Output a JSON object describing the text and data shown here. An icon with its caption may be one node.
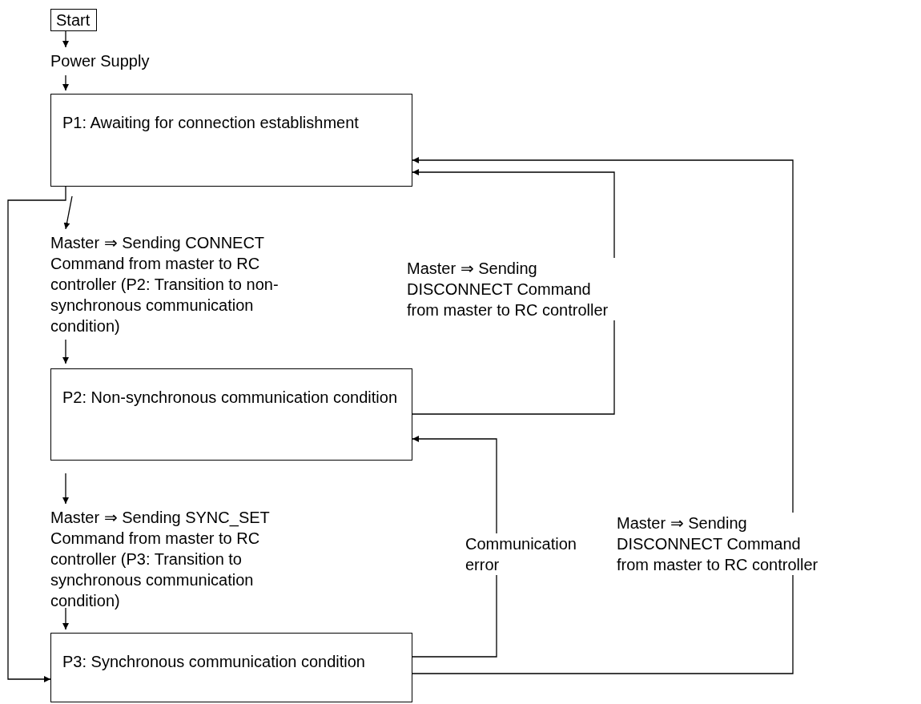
{
  "diagram": {
    "nodes": [
      {
        "text": [
          "Start"
        ]
      },
      {
        "text": [
          "Power Supply"
        ]
      },
      {
        "text": [
          "P1: Awaiting for connection establishment"
        ]
      },
      {
        "text": [
          "Master ⇒ Sending CONNECT Command from master to RC controller (P2: Transition to non-synchronous communication condition)"
        ]
      },
      {
        "text": [
          "P2: Non-synchronous communication condition"
        ]
      },
      {
        "text": [
          "Master ⇒ Sending SYNC_SET Command from master to RC controller (P3: Transition to synchronous communication condition)"
        ]
      },
      {
        "text": [
          "P3: Synchronous communication condition"
        ]
      }
    ],
    "edges": [
      {
        "from": 0,
        "to": 1,
        "arrow": "to"
      },
      {
        "from": 1,
        "to": 2,
        "arrow": "to"
      },
      {
        "from": 2,
        "to": 3,
        "arrow": "to"
      },
      {
        "from": 3,
        "to": 4,
        "arrow": "to"
      },
      {
        "from": 4,
        "to": 5,
        "arrow": "to"
      },
      {
        "from": 5,
        "to": 6,
        "arrow": "to"
      },
      {
        "from": 2,
        "to": 6,
        "arrow": "to"
      },
      {
        "from": 4,
        "to": 2,
        "arrow": "to",
        "label": "Master ⇒ Sending DISCONNECT Command from master to RC controller"
      },
      {
        "from": 6,
        "to": 4,
        "arrow": "to",
        "label": "Communication error"
      },
      {
        "from": 6,
        "to": 2,
        "arrow": "to",
        "label": "Master ⇒ Sending DISCONNECT Command from master to RC controller"
      }
    ]
  }
}
